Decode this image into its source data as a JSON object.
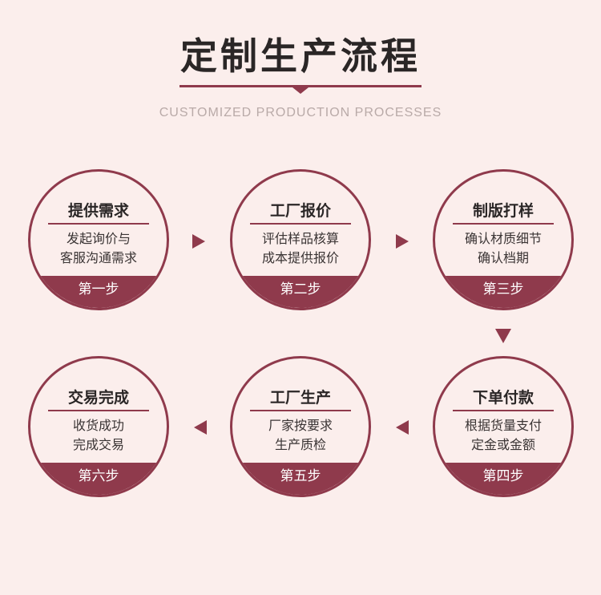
{
  "title": "定制生产流程",
  "subtitle": "CUSTOMIZED PRODUCTION PROCESSES",
  "colors": {
    "accent": "#8f3a4c",
    "background": "#fbeeec"
  },
  "steps": [
    {
      "heading": "提供需求",
      "line1": "发起询价与",
      "line2": "客服沟通需求",
      "label": "第一步"
    },
    {
      "heading": "工厂报价",
      "line1": "评估样品核算",
      "line2": "成本提供报价",
      "label": "第二步"
    },
    {
      "heading": "制版打样",
      "line1": "确认材质细节",
      "line2": "确认档期",
      "label": "第三步"
    },
    {
      "heading": "下单付款",
      "line1": "根据货量支付",
      "line2": "定金或金额",
      "label": "第四步"
    },
    {
      "heading": "工厂生产",
      "line1": "厂家按要求",
      "line2": "生产质检",
      "label": "第五步"
    },
    {
      "heading": "交易完成",
      "line1": "收货成功",
      "line2": "完成交易",
      "label": "第六步"
    }
  ]
}
